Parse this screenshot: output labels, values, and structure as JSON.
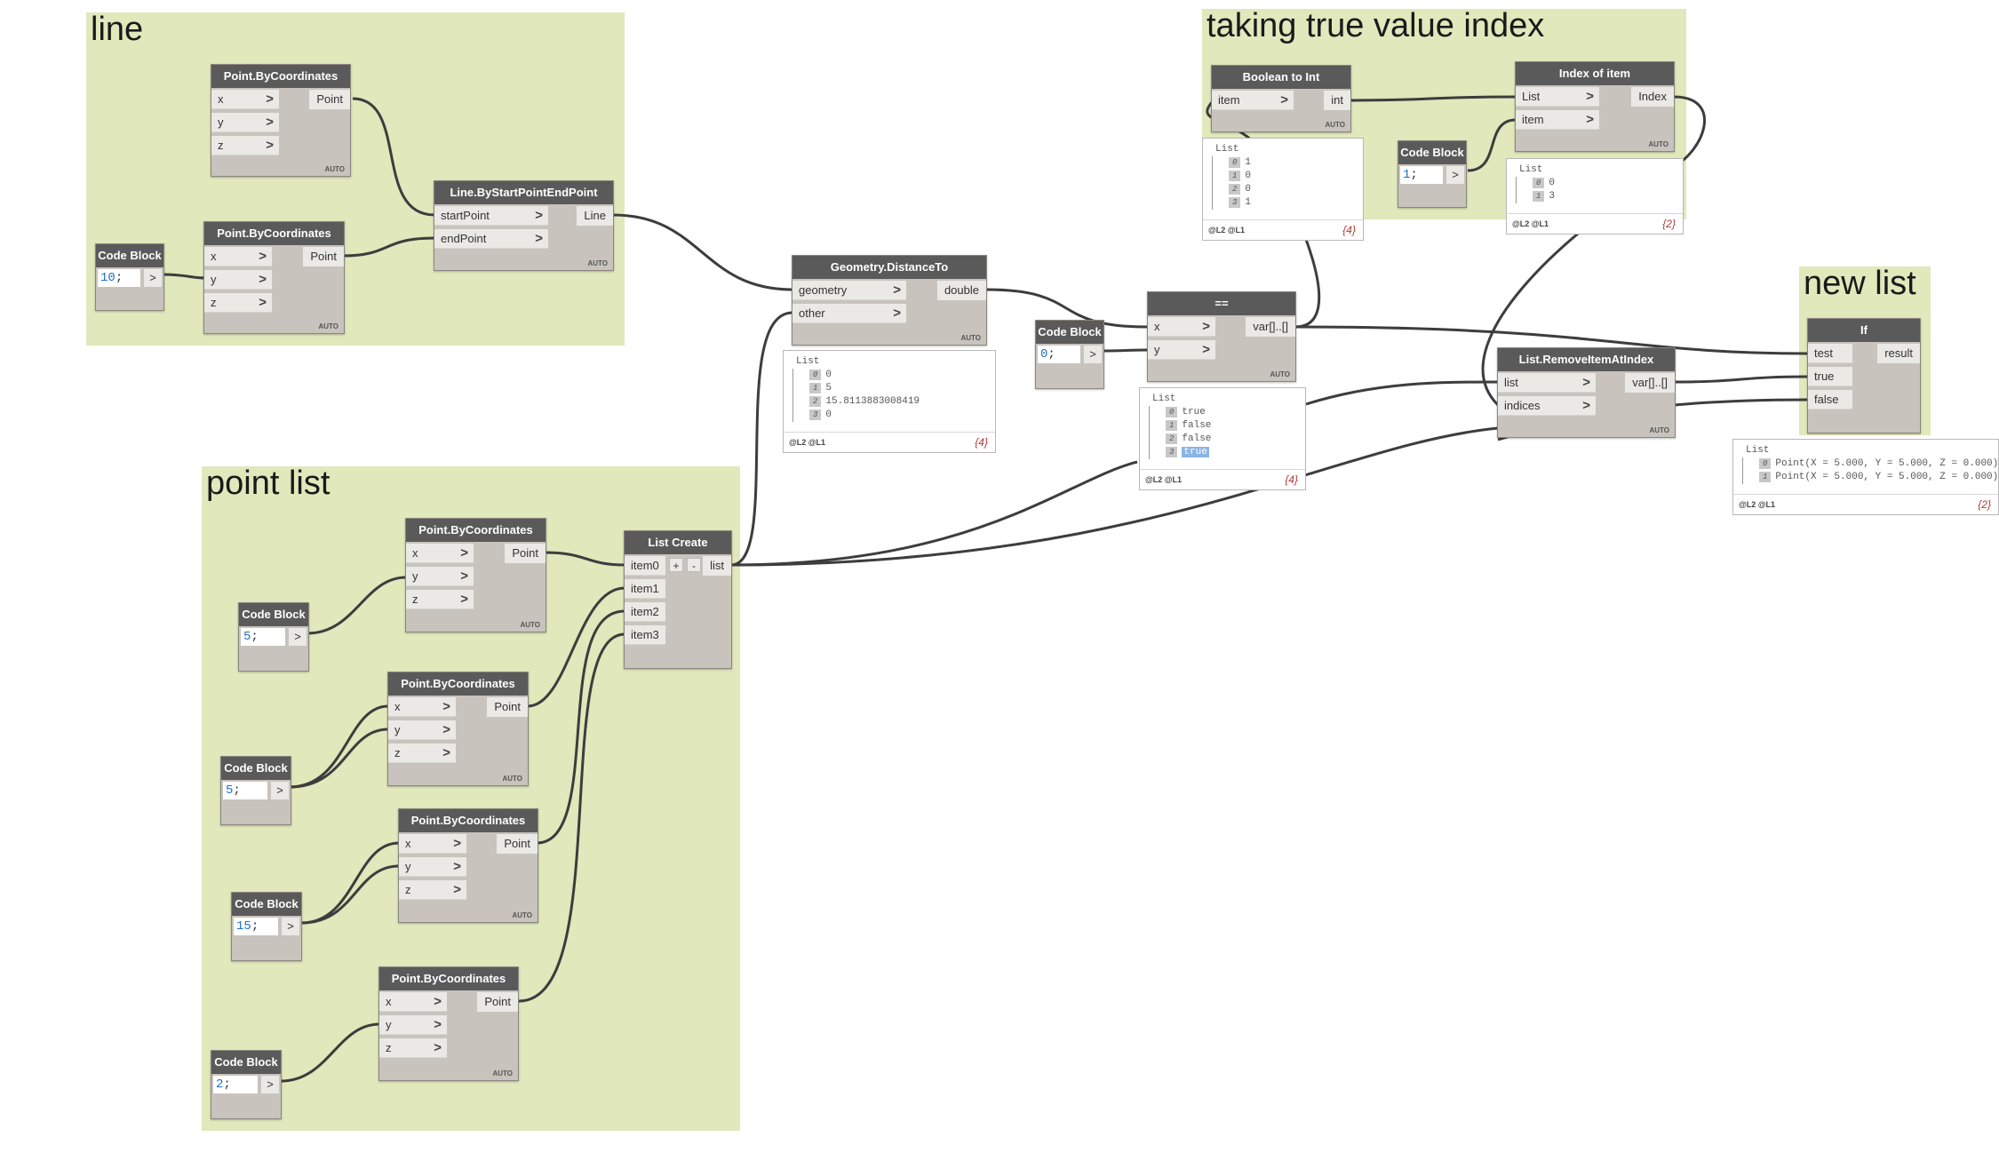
{
  "groups": {
    "line": "line",
    "point_list": "point list",
    "true_index": "taking true value index",
    "new_list": "new list"
  },
  "labels": {
    "auto": "AUTO",
    "code_block": "Code Block",
    "point_by_coordinates": "Point.ByCoordinates",
    "x": "x",
    "y": "y",
    "z": "z",
    "point": "Point",
    "chevron": ">",
    "semicolon": ";",
    "list": "List",
    "levels": "@L2 @L1"
  },
  "nodes": {
    "line_by_start_end": {
      "title": "Line.ByStartPointEndPoint",
      "in1": "startPoint",
      "in2": "endPoint",
      "out": "Line"
    },
    "distance_to": {
      "title": "Geometry.DistanceTo",
      "in1": "geometry",
      "in2": "other",
      "out": "double"
    },
    "equals": {
      "title": "==",
      "in1": "x",
      "in2": "y",
      "out": "var[]..[]"
    },
    "bool_to_int": {
      "title": "Boolean to Int",
      "in1": "item",
      "out": "int"
    },
    "index_of_item": {
      "title": "Index of item",
      "in1": "List",
      "in2": "item",
      "out": "Index"
    },
    "remove_item": {
      "title": "List.RemoveItemAtIndex",
      "in1": "list",
      "in2": "indices",
      "out": "var[]..[]"
    },
    "if_node": {
      "title": "If",
      "in1": "test",
      "in2": "true",
      "in3": "false",
      "out": "result"
    },
    "list_create": {
      "title": "List Create",
      "in1": "item0",
      "in2": "item1",
      "in3": "item2",
      "in4": "item3",
      "out": "list",
      "plus": "+",
      "minus": "-"
    }
  },
  "code_blocks": {
    "cb_10": "10",
    "cb_0": "0",
    "cb_1": "1",
    "cb_5a": "5",
    "cb_5b": "5",
    "cb_15": "15",
    "cb_2": "2"
  },
  "watches": {
    "distance": {
      "rows": [
        {
          "i": "0",
          "v": "0"
        },
        {
          "i": "1",
          "v": "5"
        },
        {
          "i": "2",
          "v": "15.8113883008419"
        },
        {
          "i": "3",
          "v": "0"
        }
      ],
      "count": "{4}"
    },
    "equals": {
      "rows": [
        {
          "i": "0",
          "v": "true"
        },
        {
          "i": "1",
          "v": "false"
        },
        {
          "i": "2",
          "v": "false"
        },
        {
          "i": "3",
          "v": "true"
        }
      ],
      "count": "{4}"
    },
    "bool_int": {
      "rows": [
        {
          "i": "0",
          "v": "1"
        },
        {
          "i": "1",
          "v": "0"
        },
        {
          "i": "2",
          "v": "0"
        },
        {
          "i": "3",
          "v": "1"
        }
      ],
      "count": "{4}"
    },
    "index": {
      "rows": [
        {
          "i": "0",
          "v": "0"
        },
        {
          "i": "1",
          "v": "3"
        }
      ],
      "count": "{2}"
    },
    "result": {
      "rows": [
        {
          "i": "0",
          "v": "Point(X = 5.000, Y = 5.000, Z = 0.000)"
        },
        {
          "i": "1",
          "v": "Point(X = 5.000, Y = 5.000, Z = 0.000)"
        }
      ],
      "count": "{2}"
    }
  },
  "colors": {
    "group_bg": "#e0e8bc",
    "node_header": "#5a5a5a",
    "node_body": "#c8c3bd",
    "wire": "#3d3d3d",
    "code_value": "#1d6fc4"
  }
}
